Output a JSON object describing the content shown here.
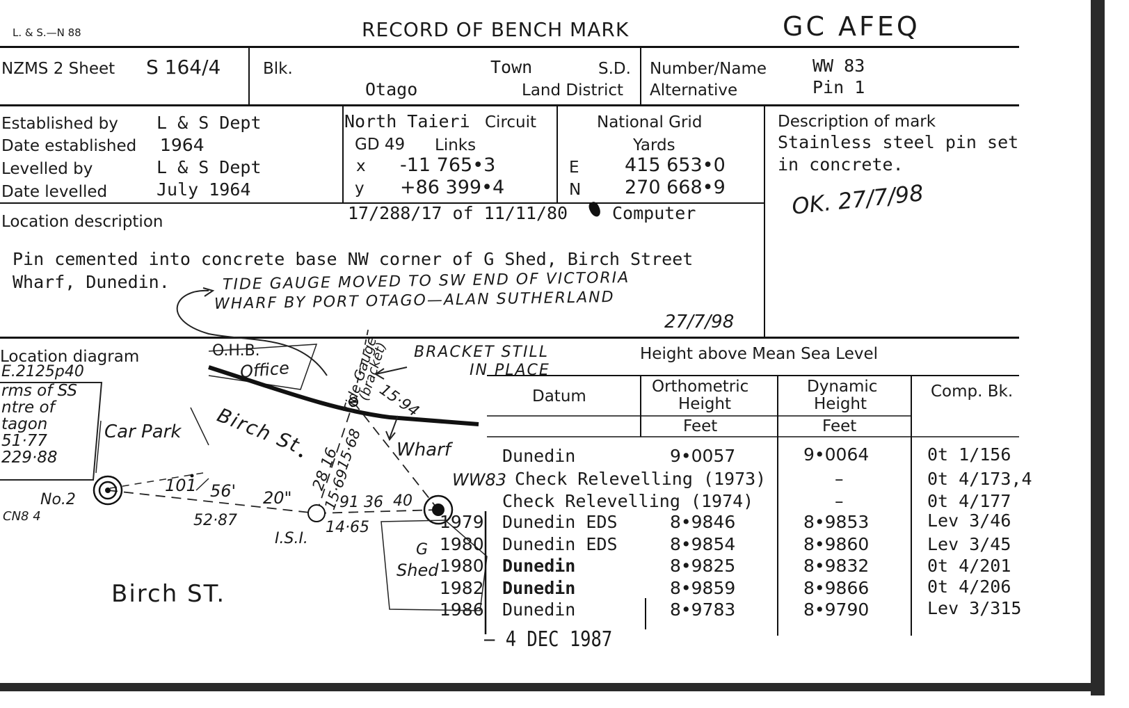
{
  "form": {
    "code": "L. & S.—N 88",
    "title": "RECORD OF BENCH MARK",
    "handwritten_id": "GC AFEQ"
  },
  "row1": {
    "sheet_label": "NZMS 2 Sheet",
    "sheet_value": "S 164/4",
    "blk_label": "Blk.",
    "town_label": "Town",
    "sd_label": "S.D.",
    "district_value": "Otago",
    "land_district_label": "Land District",
    "number_label": "Number/Name",
    "number_value": "WW 83",
    "alternative_label": "Alternative",
    "alternative_value": "Pin 1"
  },
  "row2": {
    "established_by_label": "Established by",
    "established_by": "L & S Dept",
    "date_established_label": "Date established",
    "date_established": "1964",
    "levelled_by_label": "Levelled by",
    "levelled_by": "L & S Dept",
    "date_levelled_label": "Date levelled",
    "date_levelled": "July 1964",
    "circuit_name": "North Taieri",
    "circuit_label": "Circuit",
    "gd": "GD 49",
    "links_label": "Links",
    "x_label": "x",
    "x_value": "-11 765•3",
    "y_label": "y",
    "y_value": "+86 399•4",
    "grid_label": "National Grid",
    "yards_label": "Yards",
    "e_label": "E",
    "e_value": "415 653•0",
    "n_label": "N",
    "n_value": "270 668•9",
    "reference": "17/288/17 of 11/11/80",
    "computer": "Computer",
    "description_label": "Description of mark",
    "description_line1": "Stainless steel pin set",
    "description_line2": "in concrete.",
    "ok_note": "OK. 27/7/98"
  },
  "location": {
    "label": "Location description",
    "text_line1": "Pin cemented into concrete base NW corner of G Shed, Birch Street",
    "text_line2": "Wharf, Dunedin.",
    "note_line1": "TIDE GAUGE MOVED TO SW END OF VICTORIA",
    "note_line2": "WHARF BY PORT OTAGO—ALAN SUTHERLAND",
    "note_date": "27/7/98"
  },
  "diagram": {
    "label": "Location diagram",
    "ref": "E.2125p40",
    "side_note": [
      "rms of SS",
      "ntre of",
      "tagon",
      "51·77",
      "229·88"
    ],
    "ohb": "O.H.B.",
    "office": "Office",
    "birch_st_upper": "Birch St",
    "car_park": "Car Park",
    "tide_gauge": "Tide Gauge",
    "bracket": "(bracket)",
    "bracket_note_line1": "BRACKET STILL",
    "bracket_note_line2": "IN PLACE",
    "dim_1594": "15·94",
    "wharf": "Wharf",
    "dim_2816": "28 16",
    "dim_1568": "15·68",
    "dim_1569": "15·69",
    "dim_101": "101",
    "dim_56": "56'",
    "dim_20": "20\"",
    "dim_5287": "52·87",
    "dim_9136": "91 36",
    "dim_40": "40",
    "dim_1465": "14·65",
    "no2": "No.2",
    "cn84": "CN8 4",
    "isi": "I.S.I.",
    "ww83": "WW83",
    "g_shed_g": "G",
    "g_shed": "Shed",
    "birch_st_lower": "Birch   ST."
  },
  "heights": {
    "title": "Height above Mean Sea Level",
    "col_datum": "Datum",
    "col_ortho_1": "Orthometric",
    "col_ortho_2": "Height",
    "col_dyn_1": "Dynamic",
    "col_dyn_2": "Height",
    "col_comp": "Comp. Bk.",
    "unit_ortho": "Feet",
    "unit_dyn": "Feet",
    "rows": [
      {
        "year": "",
        "datum": "Dunedin",
        "ortho": "9•0057",
        "dyn": "9•0064",
        "comp": "0t 1/156"
      },
      {
        "year": "",
        "datum": "Check Relevelling (1973)",
        "ortho": "",
        "dyn": "–",
        "comp": "0t 4/173,4"
      },
      {
        "year": "",
        "datum": "Check Relevelling  (1974)",
        "ortho": "",
        "dyn": "–",
        "comp": "0t 4/177"
      },
      {
        "year": "1979",
        "datum": "Dunedin EDS",
        "ortho": "8•9846",
        "dyn": "8•9853",
        "comp": "Lev 3/46"
      },
      {
        "year": "1980",
        "datum": "Dunedin EDS",
        "ortho": "8•9854",
        "dyn": "8•9860",
        "comp": "Lev 3/45"
      },
      {
        "year": "1980",
        "datum": "Dunedin",
        "ortho": "8•9825",
        "dyn": "8•9832",
        "comp": "0t 4/201"
      },
      {
        "year": "1982",
        "datum": "Dunedin",
        "ortho": "8•9859",
        "dyn": "8•9866",
        "comp": "0t 4/206"
      },
      {
        "year": "1986",
        "datum": "Dunedin",
        "ortho": "8•9783",
        "dyn": "8•9790",
        "comp": "Lev 3/315"
      }
    ],
    "stamp": "– 4 DEC 1987"
  }
}
